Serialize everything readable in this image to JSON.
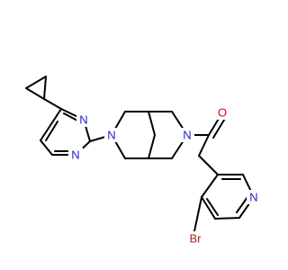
{
  "atoms": {
    "n_pyrimidine_top": "N",
    "n_pyrimidine_bottom": "N",
    "n_pyrrolidine_left": "N",
    "n_pyrrolidine_right": "N",
    "o_carbonyl": "O",
    "n_pyridine": "N",
    "br": "Br"
  },
  "colors": {
    "bond": "#000000",
    "nitrogen": "#1f1fd6",
    "oxygen": "#e00000",
    "bromine": "#a3261d"
  }
}
